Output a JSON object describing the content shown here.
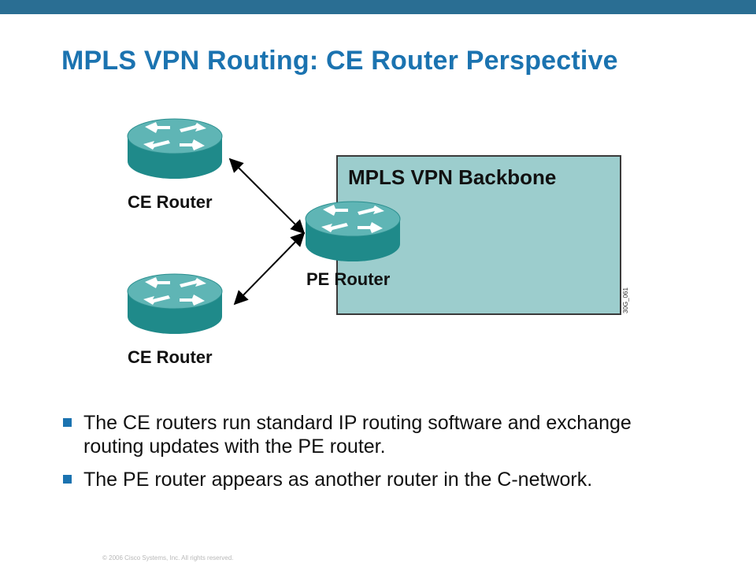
{
  "title": "MPLS VPN Routing: CE Router Perspective",
  "diagram": {
    "backbone_label": "MPLS VPN Backbone",
    "ce_router_top_label": "CE Router",
    "ce_router_bottom_label": "CE Router",
    "pe_router_label": "PE Router",
    "figure_id": "30G_061"
  },
  "bullets": [
    "The CE routers run standard IP routing software and exchange routing updates with the PE router.",
    "The PE router appears as another router in the C-network."
  ],
  "footer": "© 2006 Cisco Systems, Inc. All rights reserved.",
  "colors": {
    "header_bar": "#2a6e93",
    "title": "#1b73b0",
    "backbone_fill": "#9ccdcd",
    "router_body": "#1f8a8a",
    "router_top": "#5fb5b5"
  },
  "icons": [
    "router-icon",
    "double-arrow-icon",
    "bullet-square-icon"
  ]
}
